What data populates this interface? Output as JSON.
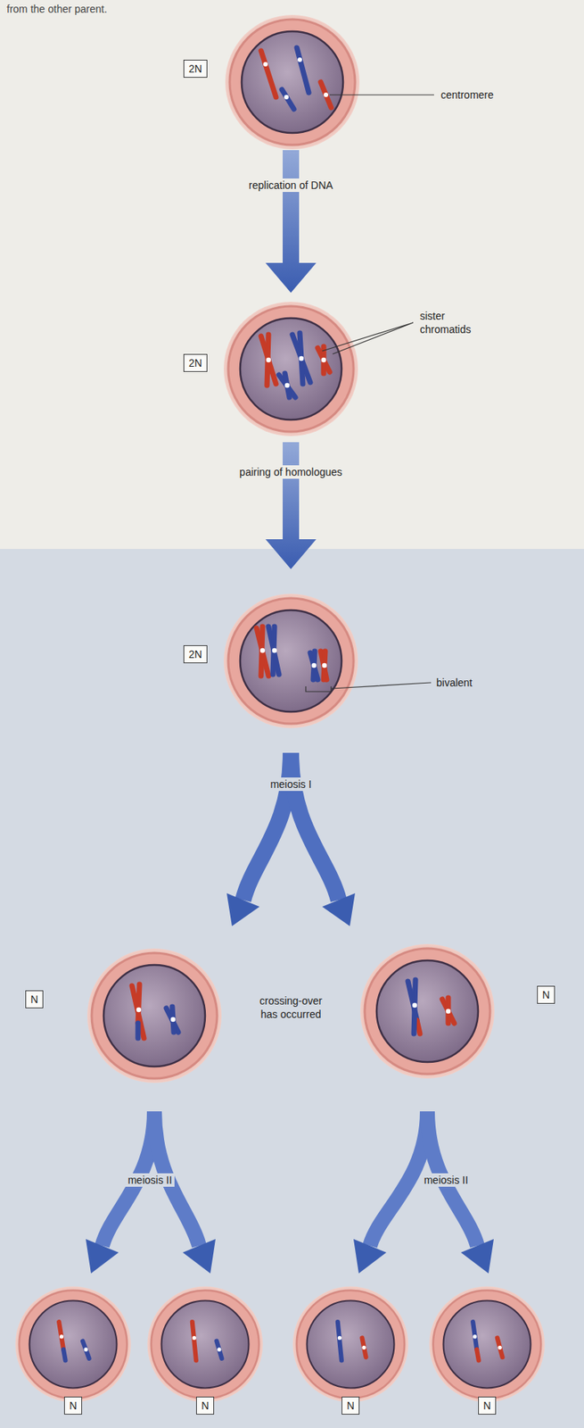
{
  "diagram": {
    "nodes": [
      {
        "text": [
          "2N"
        ]
      },
      {
        "text": [
          "2N"
        ]
      },
      {
        "text": [
          "2N"
        ]
      },
      {
        "text": [
          "N"
        ]
      },
      {
        "text": [
          "N"
        ]
      },
      {
        "text": [
          "N"
        ]
      },
      {
        "text": [
          "N"
        ]
      },
      {
        "text": [
          "N"
        ]
      },
      {
        "text": [
          "N"
        ]
      }
    ],
    "labels": [
      "from the other parent.",
      "centromere",
      "replication of DNA",
      "sister chromatids",
      "pairing of homologues",
      "bivalent",
      "meiosis I",
      "crossing-over has occurred",
      "meiosis II",
      "meiosis II"
    ]
  }
}
